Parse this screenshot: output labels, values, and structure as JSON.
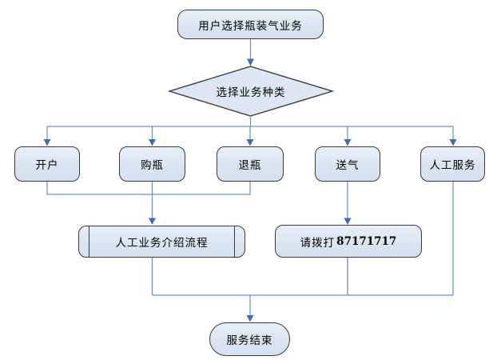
{
  "diagram": {
    "type": "flowchart",
    "nodes": {
      "start": {
        "label": "用户选择瓶装气业务"
      },
      "decision": {
        "label": "选择业务种类"
      },
      "open_account": {
        "label": "开户"
      },
      "buy_bottle": {
        "label": "购瓶"
      },
      "return_bottle": {
        "label": "退瓶"
      },
      "deliver_gas": {
        "label": "送气"
      },
      "manual_service": {
        "label": "人工服务"
      },
      "intro_process": {
        "label": "人工业务介绍流程"
      },
      "call_hotline": {
        "prefix": "请拨打",
        "number": "87171717"
      },
      "end": {
        "label": "服务结束"
      }
    },
    "edges": [
      "start -> decision",
      "decision -> open_account",
      "decision -> buy_bottle",
      "decision -> return_bottle",
      "decision -> deliver_gas",
      "decision -> manual_service",
      "open_account -> intro_process",
      "buy_bottle -> intro_process",
      "return_bottle -> intro_process",
      "deliver_gas -> call_hotline",
      "intro_process -> end",
      "call_hotline -> end",
      "manual_service -> end"
    ],
    "colors": {
      "node_fill": "#dbe5f1",
      "node_border": "#3b3b3b",
      "connector": "#6f8fc0",
      "connector_gray": "#75808d",
      "arrowhead": "#3e6cb5",
      "background": "#ffffff"
    }
  }
}
